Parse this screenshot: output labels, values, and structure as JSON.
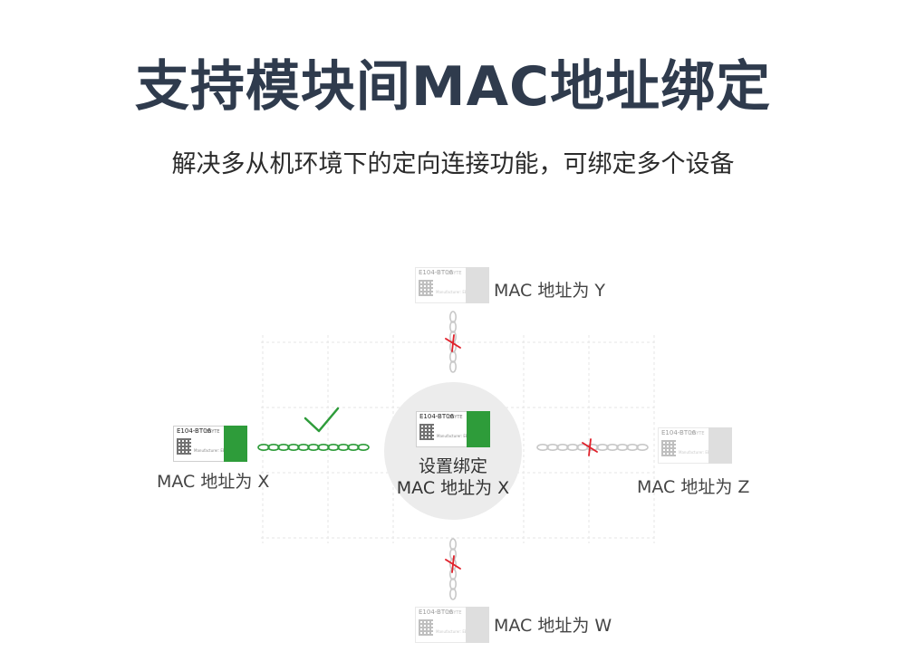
{
  "header": {
    "title": "支持模块间MAC地址绑定",
    "subtitle": "解决多从机环境下的定向连接功能，可绑定多个设备"
  },
  "center": {
    "line1": "设置绑定",
    "line2": "MAC 地址为 X",
    "module_model": "E104-BT06"
  },
  "devices": {
    "top": {
      "label": "MAC 地址为 Y",
      "model": "E104-BT06",
      "status": "blocked"
    },
    "left": {
      "label": "MAC 地址为 X",
      "model": "E104-BT06",
      "status": "bound"
    },
    "right": {
      "label": "MAC 地址为 Z",
      "model": "E104-BT06",
      "status": "blocked"
    },
    "bottom": {
      "label": "MAC 地址为 W",
      "model": "E104-BT06",
      "status": "blocked"
    }
  },
  "module_print": {
    "brand": "EBYTE",
    "maker": "Manufacturer: EBYTE"
  },
  "colors": {
    "title": "#2f3b4d",
    "bound_chain": "#2e9c3a",
    "blocked_chain": "#c8c8c8",
    "cross": "#e0202a",
    "check": "#2e9c3a",
    "center_circle": "#ececec"
  },
  "icons": {
    "check": "check-icon",
    "cross": "cross-icon",
    "chain": "chain-link-icon"
  }
}
